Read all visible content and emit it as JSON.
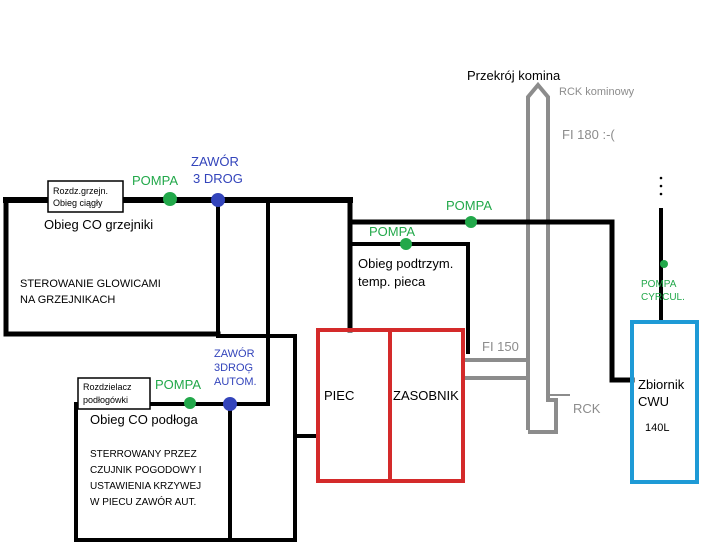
{
  "colors": {
    "pipe": "#000000",
    "chimney": "#8c8c8c",
    "boiler": "#d42a2a",
    "tank": "#1e9ad6",
    "pump": "#22a84a",
    "valve": "#3344bb",
    "pump_text": "#22a84a",
    "valve_text": "#3344bb",
    "gray_text": "#8c8c8c"
  },
  "labels": {
    "chimney_section": "Przekrój komina",
    "rck_chimney": "RCK kominowy",
    "fi180": "FI 180 :-(",
    "fi150": "FI 150",
    "rck": "RCK",
    "pump_top": "POMPA",
    "valve_top_line1": "ZAWÓR",
    "valve_top_line2": "3 DROG",
    "radiator_distributor_line1": "Rozdz.grzejn.",
    "radiator_distributor_line2": "Obieg ciągły",
    "radiator_circuit": "Obieg CO grzejniki",
    "radiator_control_line1": "STEROWANIE GLOWICAMI",
    "radiator_control_line2": "NA GRZEJNIKACH",
    "pump_right": "POMPA",
    "pump_mid": "POMPA",
    "support_circuit_line1": "Obieg podtrzym.",
    "support_circuit_line2": "temp. pieca",
    "pump_cwu_line1": "POMPA",
    "pump_cwu_line2": "CYRCUL.",
    "valve_floor_line1": "ZAWÓR",
    "valve_floor_line2": "3DROĢ",
    "valve_floor_line3": "AUTOM.",
    "floor_distributor_line1": "Rozdzielacz",
    "floor_distributor_line2": "podłogówki",
    "pump_floor": "POMPA",
    "floor_circuit": "Obieg CO podłoga",
    "floor_control_line1": "STERROWANY PRZEZ",
    "floor_control_line2": "CZUJNIK POGODOWY I",
    "floor_control_line3": "USTAWIENIA KRZYWEJ",
    "floor_control_line4": "W PIECU ZAWÓR AUT.",
    "boiler": "PIEC",
    "storage": "ZASOBNIK",
    "tank_line1": "Zbiornik",
    "tank_line2": "CWU",
    "tank_volume": "140L"
  }
}
